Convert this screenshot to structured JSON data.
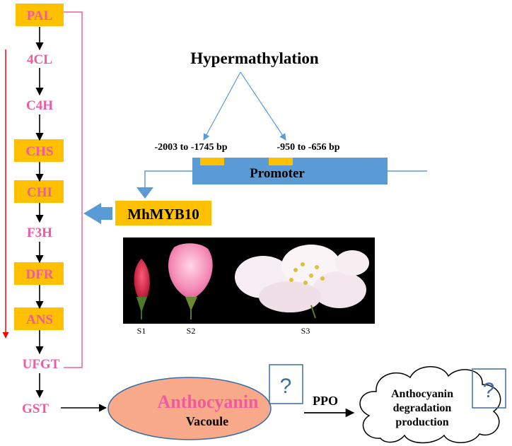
{
  "pathway": {
    "genes": [
      "PAL",
      "4CL",
      "C4H",
      "CHS",
      "CHI",
      "F3H",
      "DFR",
      "ANS",
      "UFGT",
      "GST"
    ],
    "highlighted": [
      "PAL",
      "CHS",
      "CHI",
      "DFR",
      "ANS"
    ]
  },
  "methylation": {
    "title": "Hypermathylation",
    "region1": "-2003 to -1745 bp",
    "region2": "-950 to -656 bp",
    "promoter": "Promoter"
  },
  "regulator": "MhMYB10",
  "stages": [
    "S1",
    "S2",
    "S3"
  ],
  "product": {
    "name": "Anthocyanin",
    "location": "Vacoule",
    "question_mark": "?"
  },
  "enzyme": "PPO",
  "degradation": {
    "line1": "Anthocyanin",
    "line2": "degradation",
    "line3": "production",
    "question_mark": "?"
  },
  "colors": {
    "gene_text": "#f05aa0",
    "highlight_box": "#ffc000",
    "promoter": "#5b9bd5",
    "bracket": "#f0609c",
    "red_arrow": "#ff0000",
    "ellipse_fill": "#f8a98a",
    "ellipse_stroke": "#3a6ea5"
  }
}
